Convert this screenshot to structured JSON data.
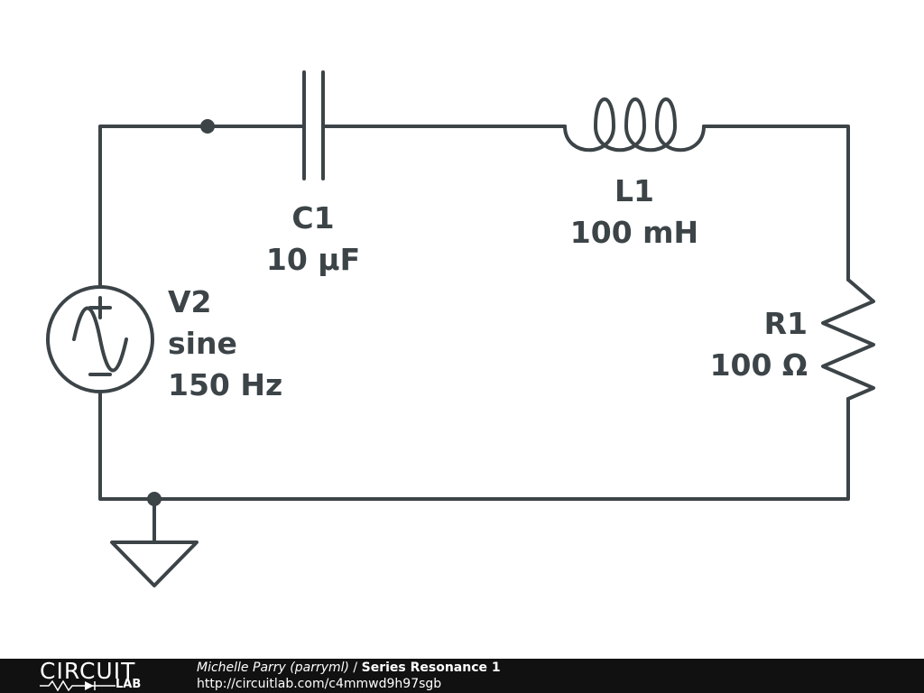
{
  "components": {
    "capacitor": {
      "name": "C1",
      "value": "10 µF"
    },
    "inductor": {
      "name": "L1",
      "value": "100 mH"
    },
    "resistor": {
      "name": "R1",
      "value": "100 Ω"
    },
    "source": {
      "name": "V2",
      "type": "sine",
      "frequency": "150 Hz"
    }
  },
  "footer": {
    "logo_top": "CIRCUIT",
    "logo_bottom": "LAB",
    "author": "Michelle Parry (parryml)",
    "separator": " / ",
    "title": "Series Resonance 1",
    "url": "http://circuitlab.com/c4mmwd9h97sgb"
  },
  "colors": {
    "wire": "#3c4448",
    "footer_background": "#111111",
    "footer_text": "#ffffff"
  }
}
